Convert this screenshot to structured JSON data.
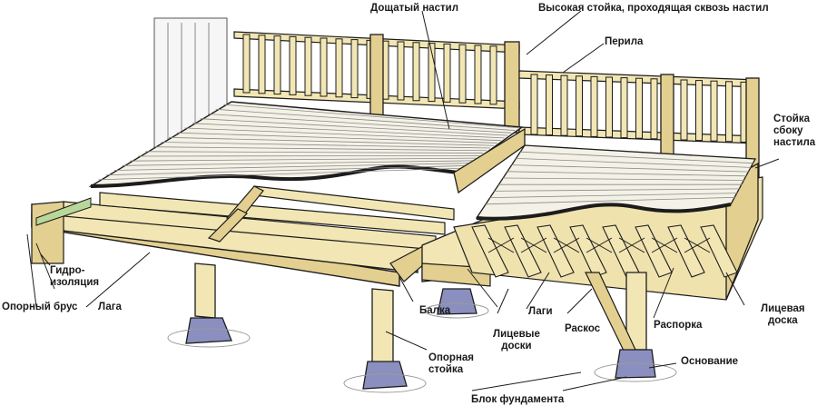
{
  "labels": {
    "decking": "Дощатый настил",
    "tall_post": "Высокая стойка, проходящая сквозь настил",
    "railing": "Перила",
    "side_post": "Стойка\nсбоку\nнастила",
    "waterproofing": "Гидро-\nизоляция",
    "ledger": "Опорный брус",
    "joist_left": "Лага",
    "beam": "Балка",
    "support_post": "Опорная\nстойка",
    "rim_boards": "Лицевые\nдоски",
    "joists_right": "Лаги",
    "brace": "Раскос",
    "blocking": "Распорка",
    "rim_board": "Лицевая\nдоска",
    "base": "Основание",
    "foundation": "Блок фундамента"
  },
  "colors": {
    "wood": "#f2e6b4",
    "wood_dark": "#e3cf8f",
    "deck_surface": "#f4f1e6",
    "outline": "#1c1c1c",
    "concrete": "#8a8fbf",
    "house_wall": "#f6f6f6"
  }
}
